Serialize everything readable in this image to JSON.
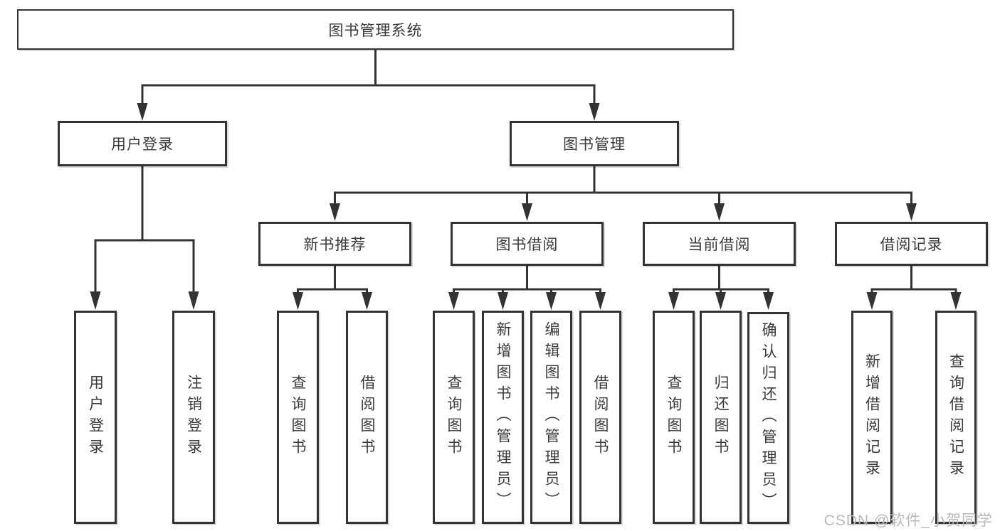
{
  "diagram": {
    "root": "图书管理系统",
    "level2": {
      "user_login": "用户登录",
      "book_mgmt": "图书管理"
    },
    "level3": {
      "new_book": "新书推荐",
      "book_borrow": "图书借阅",
      "current_borrow": "当前借阅",
      "borrow_record": "借阅记录"
    },
    "leaves": {
      "user": [
        "用户登录",
        "注销登录"
      ],
      "new_book": [
        "查询图书",
        "借阅图书"
      ],
      "book_borrow": [
        "查询图书",
        "新增图书（管理员）",
        "编辑图书（管理员）",
        "借阅图书"
      ],
      "current_borrow": [
        "查询图书",
        "归还图书",
        "确认归还（管理员）"
      ],
      "borrow_record": [
        "新增借阅记录",
        "查询借阅记录"
      ]
    }
  },
  "watermark": "CSDN @软件_小贺同学",
  "colors": {
    "line": "#333333",
    "text": "#3a3a3a",
    "watermark": "#b9b9b9",
    "background": "#ffffff"
  }
}
